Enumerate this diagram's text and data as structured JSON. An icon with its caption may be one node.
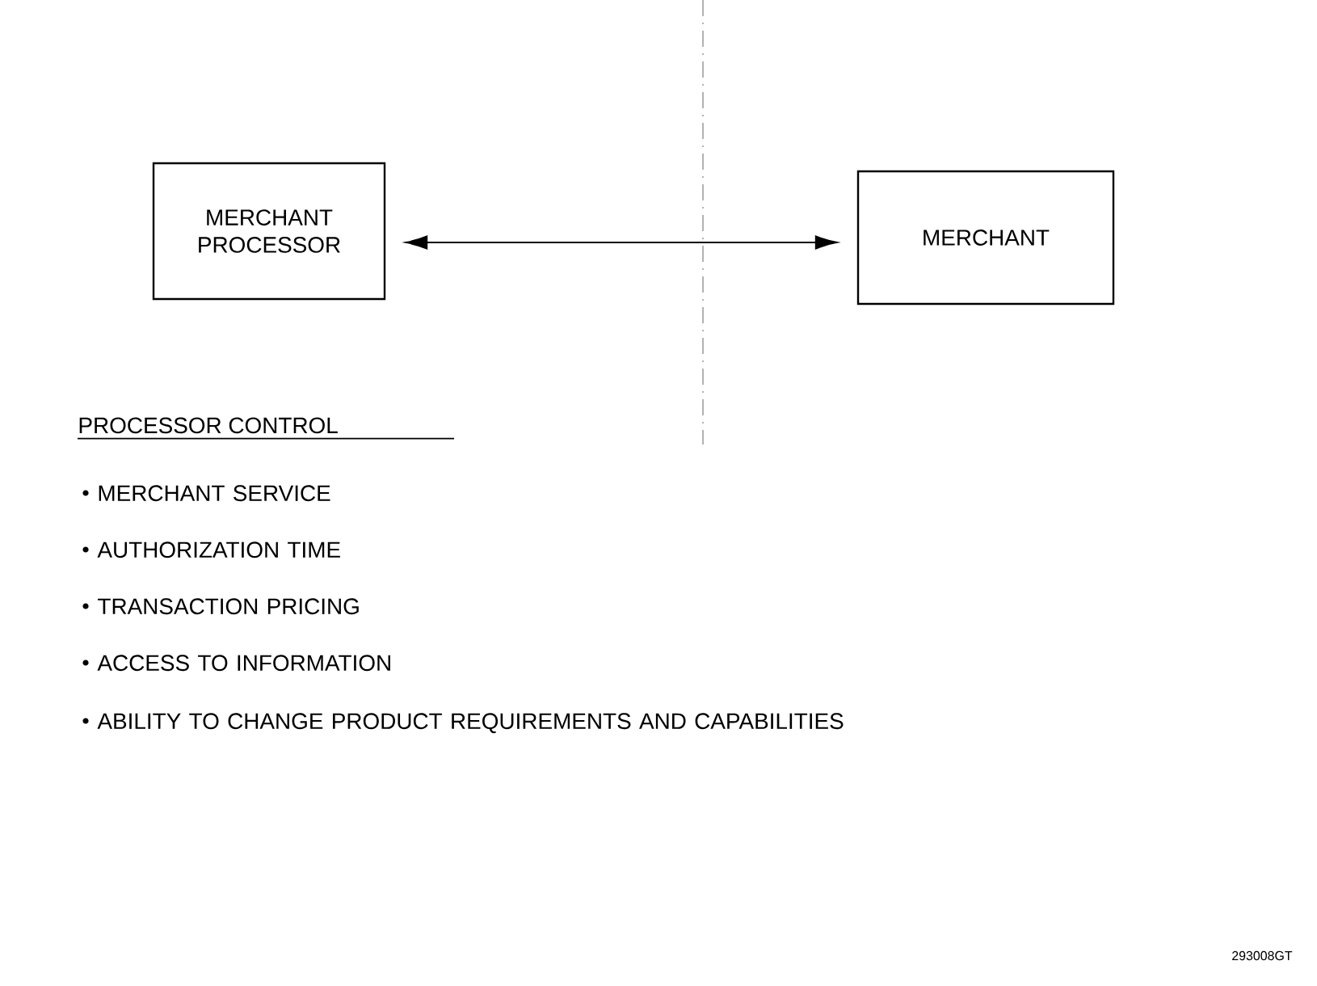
{
  "diagram": {
    "nodes": [
      {
        "text": [
          "MERCHANT PROCESSOR"
        ]
      },
      {
        "text": [
          "MERCHANT"
        ]
      }
    ],
    "edges": [
      {
        "from": 0,
        "to": 1,
        "arrow": "both"
      }
    ],
    "labels": [
      "PROCESSOR CONTROL",
      "MERCHANT SERVICE",
      "AUTHORIZATION TIME",
      "TRANSACTION PRICING",
      "ACCESS TO INFORMATION",
      "ABILITY TO CHANGE PRODUCT REQUIREMENTS AND CAPABILITIES",
      "293008GT"
    ]
  }
}
